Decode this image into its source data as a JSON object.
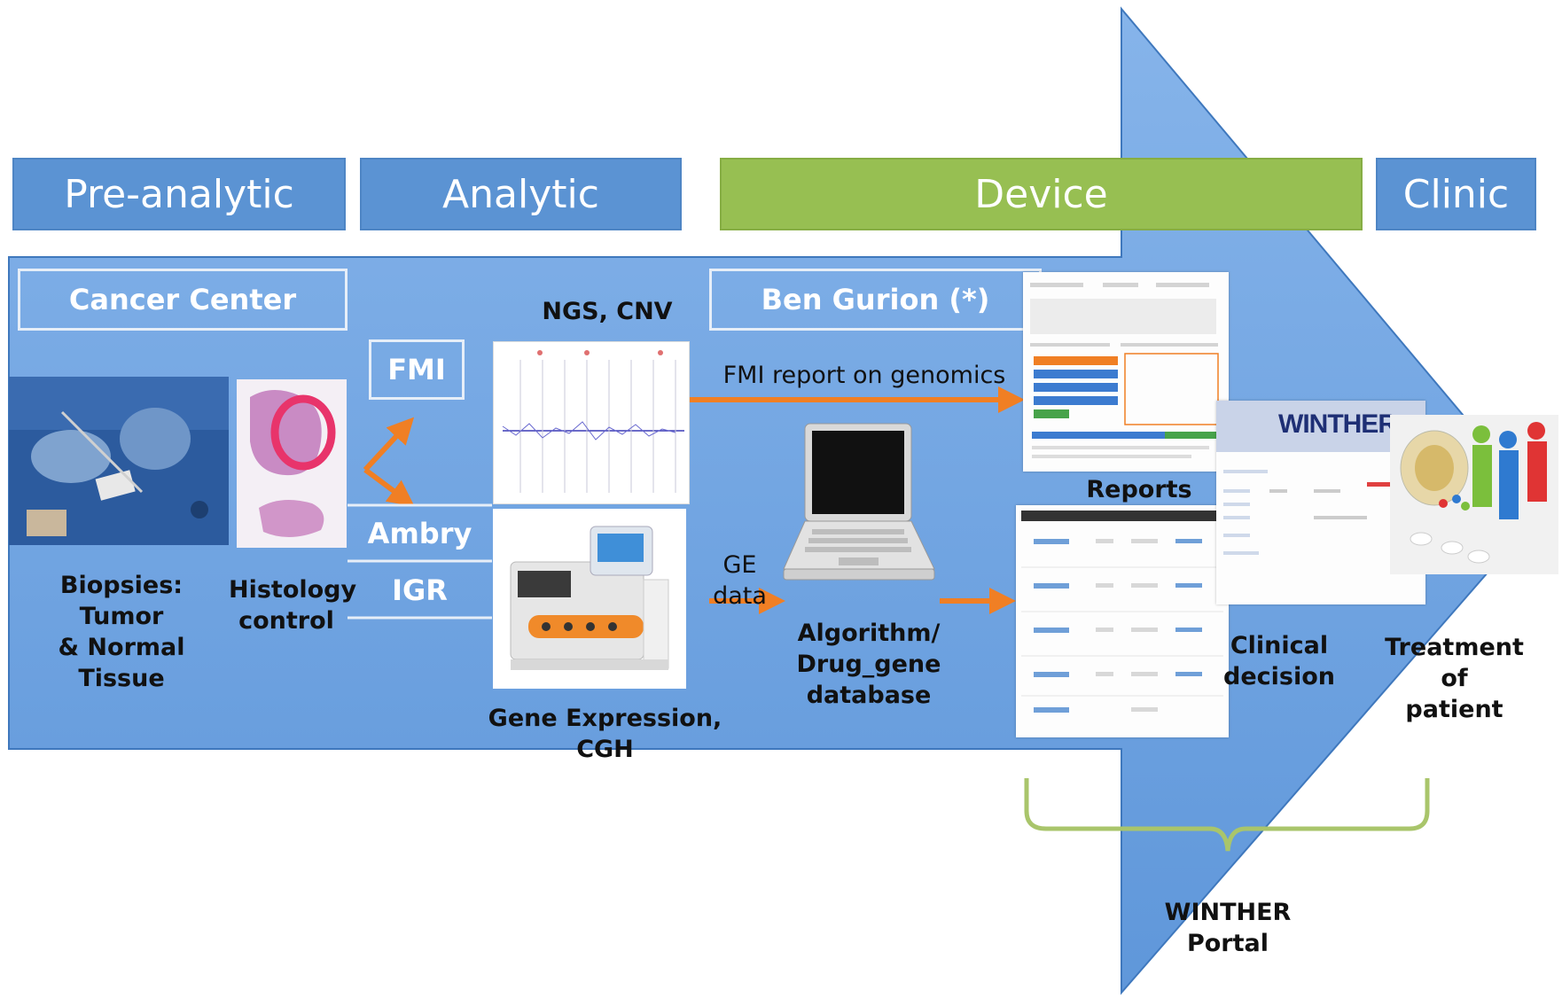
{
  "phases": {
    "pre_analytic": "Pre-analytic",
    "analytic": "Analytic",
    "device": "Device",
    "clinic": "Clinic"
  },
  "boxes": {
    "cancer_center": "Cancer Center",
    "fmi": "FMI",
    "ambry": "Ambry",
    "igr": "IGR",
    "ben_gurion": "Ben Gurion (*)"
  },
  "labels": {
    "biopsies": "Biopsies: Tumor\n& Normal Tissue",
    "histology": "Histology\ncontrol",
    "ngs_cnv": "NGS, CNV",
    "gene_expression": "Gene Expression, CGH",
    "fmi_report": "FMI report on genomics",
    "ge_data": "GE data",
    "algorithm": "Algorithm/\nDrug_gene\ndatabase",
    "reports": "Reports",
    "clinical_decision": "Clinical\ndecision",
    "treatment": "Treatment of\npatient",
    "portal": "WINTHER Portal",
    "winther_logo": "WINTHER"
  },
  "colors": {
    "arrow_body": "#6ea3e2",
    "phase_blue": "#5b93d3",
    "device_green": "#97bf52",
    "orange_arrow": "#f07f24",
    "brace": "#a9c56b"
  }
}
